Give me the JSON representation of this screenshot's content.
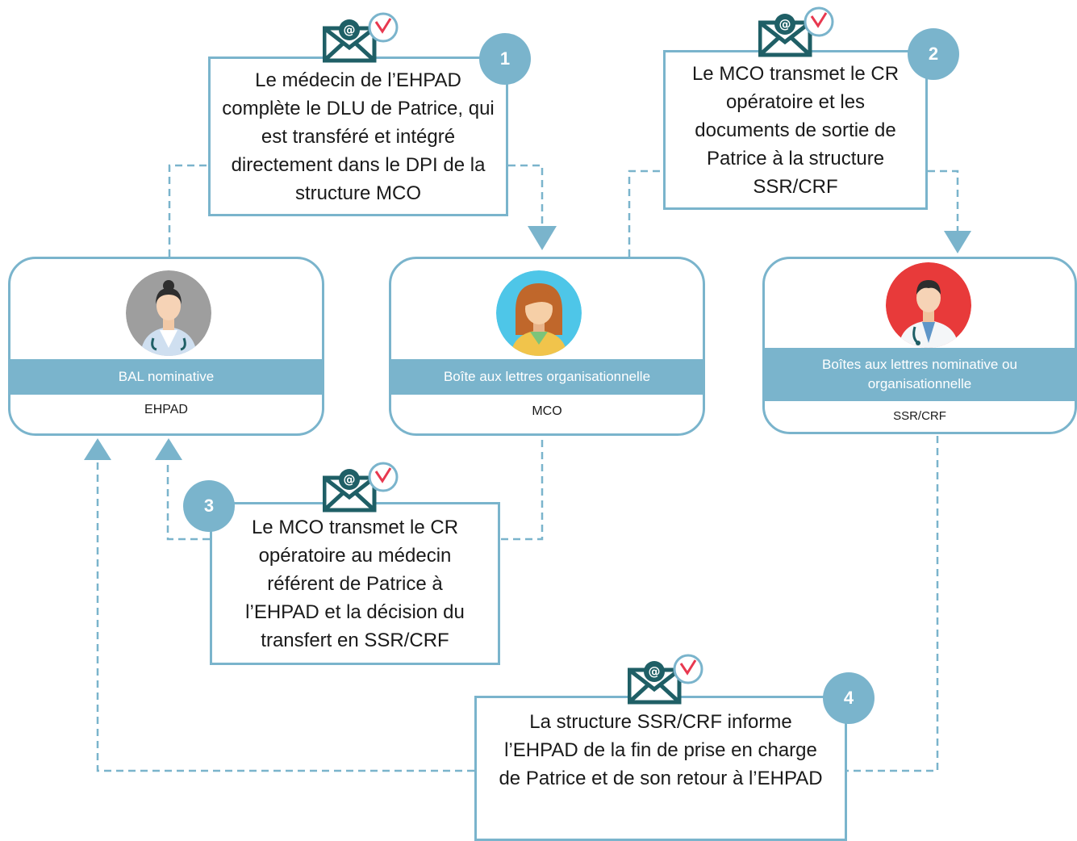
{
  "nodes": {
    "ehpad": {
      "band": "BAL nominative",
      "name": "EHPAD"
    },
    "mco": {
      "band": "Boîte aux lettres organisationnelle",
      "name": "MCO"
    },
    "ssr": {
      "band": "Boîtes aux lettres nominative ou organisationnelle",
      "name": "SSR/CRF"
    }
  },
  "steps": [
    {
      "number": "1",
      "text": "Le médecin de l’EHPAD complète le DLU de Patrice, qui est transféré et intégré directement dans le DPI de la structure MCO"
    },
    {
      "number": "2",
      "text": "Le MCO transmet le CR opératoire et les documents de sortie de Patrice à la structure SSR/CRF"
    },
    {
      "number": "3",
      "text": "Le MCO transmet le CR opératoire au médecin référent de Patrice à l’EHPAD et la décision du transfert en SSR/CRF"
    },
    {
      "number": "4",
      "text": "La structure SSR/CRF informe l’EHPAD de la fin de prise en charge de Patrice et de son retour à l’EHPAD"
    }
  ],
  "colors": {
    "accent": "#7ab4cc",
    "icon_dark": "#1f5f66",
    "check_red": "#e8384f"
  },
  "icons": {
    "mail": "envelope-at-icon",
    "check": "check-circle-icon"
  }
}
